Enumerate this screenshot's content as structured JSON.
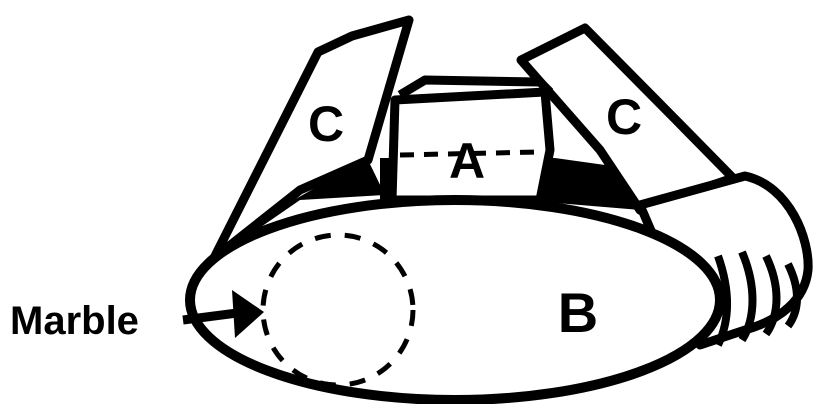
{
  "labels": {
    "part_a": "A",
    "part_b": "B",
    "part_c_left": "C",
    "part_c_right": "C",
    "marble": "Marble"
  },
  "colors": {
    "ink": "#000000",
    "paper": "#ffffff"
  }
}
